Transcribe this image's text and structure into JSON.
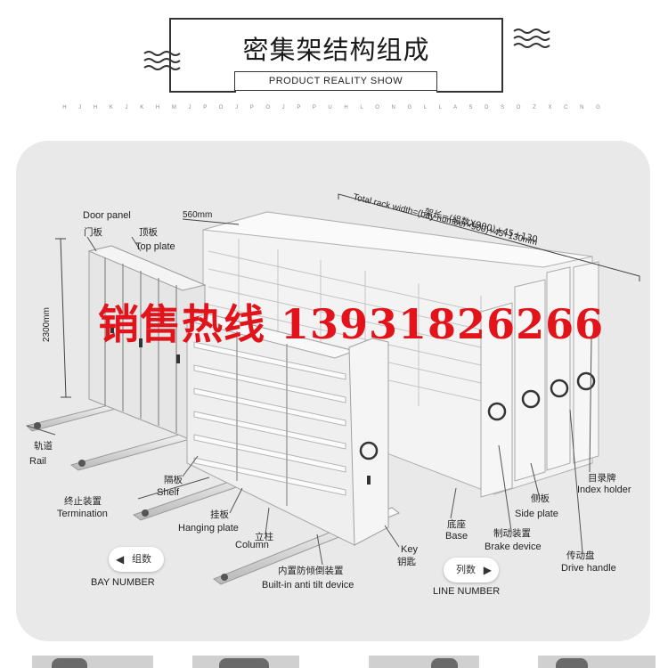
{
  "header": {
    "title": "密集架结构组成",
    "subtitle": "PRODUCT REALITY SHOW",
    "letters": "H J H K J K H M J P O J P O J P P U H L O N G L L A S D S O Z X C N G"
  },
  "watermark": "销售热线 13931826266",
  "dimensions": {
    "width": "560mm",
    "height": "2300mm",
    "total_cn": "架长=(组数X900)+45+130",
    "total_en": "Total rack width=(bay number×900)+45+130mm"
  },
  "labels": {
    "door_panel": "Door panel",
    "door_panel_cn": "门板",
    "top_plate_cn": "顶板",
    "top_plate": "Top plate",
    "rail_cn": "轨道",
    "rail": "Rail",
    "termination_cn": "终止装置",
    "termination": "Termination",
    "shelf_cn": "隔板",
    "shelf": "Shelf",
    "hanging_plate_cn": "挂板",
    "hanging_plate": "Hanging plate",
    "column_cn": "立柱",
    "column": "Column",
    "anti_tilt_cn": "内置防倾倒装置",
    "anti_tilt": "Built-in anti tilt device",
    "key": "Key",
    "key_cn": "钥匙",
    "base_cn": "底座",
    "base": "Base",
    "brake_cn": "制动装置",
    "brake": "Brake device",
    "side_plate_cn": "侧板",
    "side_plate": "Side plate",
    "index_holder_cn": "目录牌",
    "index_holder": "Index holder",
    "drive_handle_cn": "传动盘",
    "drive_handle": "Drive handle"
  },
  "bay_number": {
    "badge": "组数",
    "label": "BAY NUMBER"
  },
  "line_number": {
    "badge": "列数",
    "label": "LINE NUMBER"
  },
  "colors": {
    "watermark": "#e2131a",
    "panel": "#e9e9e9",
    "rack": "#f2f2f2"
  }
}
